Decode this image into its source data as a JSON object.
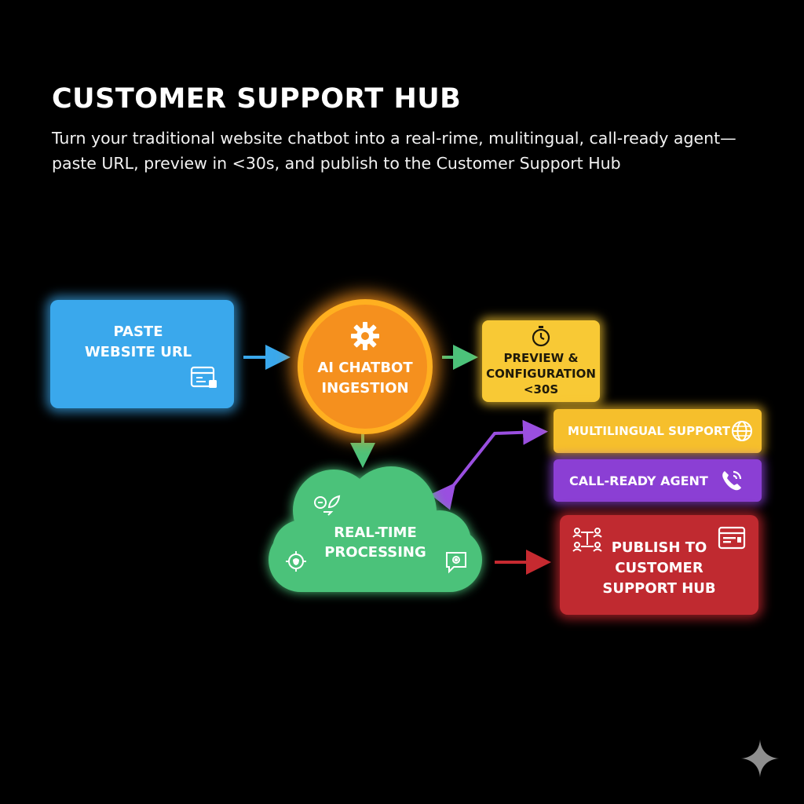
{
  "header": {
    "title": "CUSTOMER SUPPORT HUB",
    "subtitle": "Turn your traditional website chatbot into a real-rime, mulitingual, call-ready agent— paste URL, preview in <30s, and publish to the Customer Support Hub"
  },
  "nodes": {
    "paste_url": "PASTE\nWEBSITE URL",
    "ai_ingestion": "AI CHATBOT\nINGESTION",
    "preview": "PREVIEW &\nCONFIGURATION\n<30s",
    "real_time": "REAL-TIME\nPROCESSING",
    "multilingual": "MULTILINGUAL SUPPORT",
    "call_ready": "CALL-READY AGENT",
    "publish": "PUBLISH TO\nCUSTOMER\nSUPPORT HUB"
  },
  "colors": {
    "paste_url": "#3aa8ec",
    "ai_ingestion": "#f5901e",
    "preview": "#f8c935",
    "real_time": "#4cc27a",
    "multilingual": "#f6bf2c",
    "call_ready": "#8b3fd4",
    "publish": "#c02a30"
  },
  "icons": {
    "paste_url": "browser-window-icon",
    "ai_ingestion": "gear-icon",
    "preview": "stopwatch-icon",
    "multilingual": "globe-icon",
    "call_ready": "phone-icon",
    "publish_left": "people-network-icon",
    "publish_right": "browser-window-icon"
  }
}
